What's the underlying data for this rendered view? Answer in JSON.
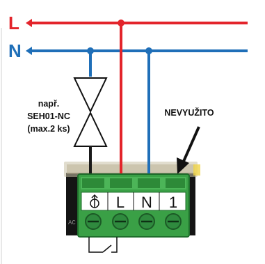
{
  "bus": {
    "line_label": "L",
    "neutral_label": "N",
    "line_color": "#e3242b",
    "neutral_color": "#1f6fb8"
  },
  "valve_note": {
    "line1": "např.",
    "line2": "SEH01-NC",
    "line3": "(max.2 ks)"
  },
  "unused_label": "NEVYUŽITO",
  "terminals": [
    {
      "label": "",
      "icon": "valve-symbol-icon"
    },
    {
      "label": "L"
    },
    {
      "label": "N"
    },
    {
      "label": "1"
    }
  ],
  "colors": {
    "connector_green": "#3aa046",
    "connector_dark": "#1f6e2c",
    "wire_black": "#1a1a1a",
    "pcb_black": "#141414",
    "screw": "#2f8a3e"
  }
}
